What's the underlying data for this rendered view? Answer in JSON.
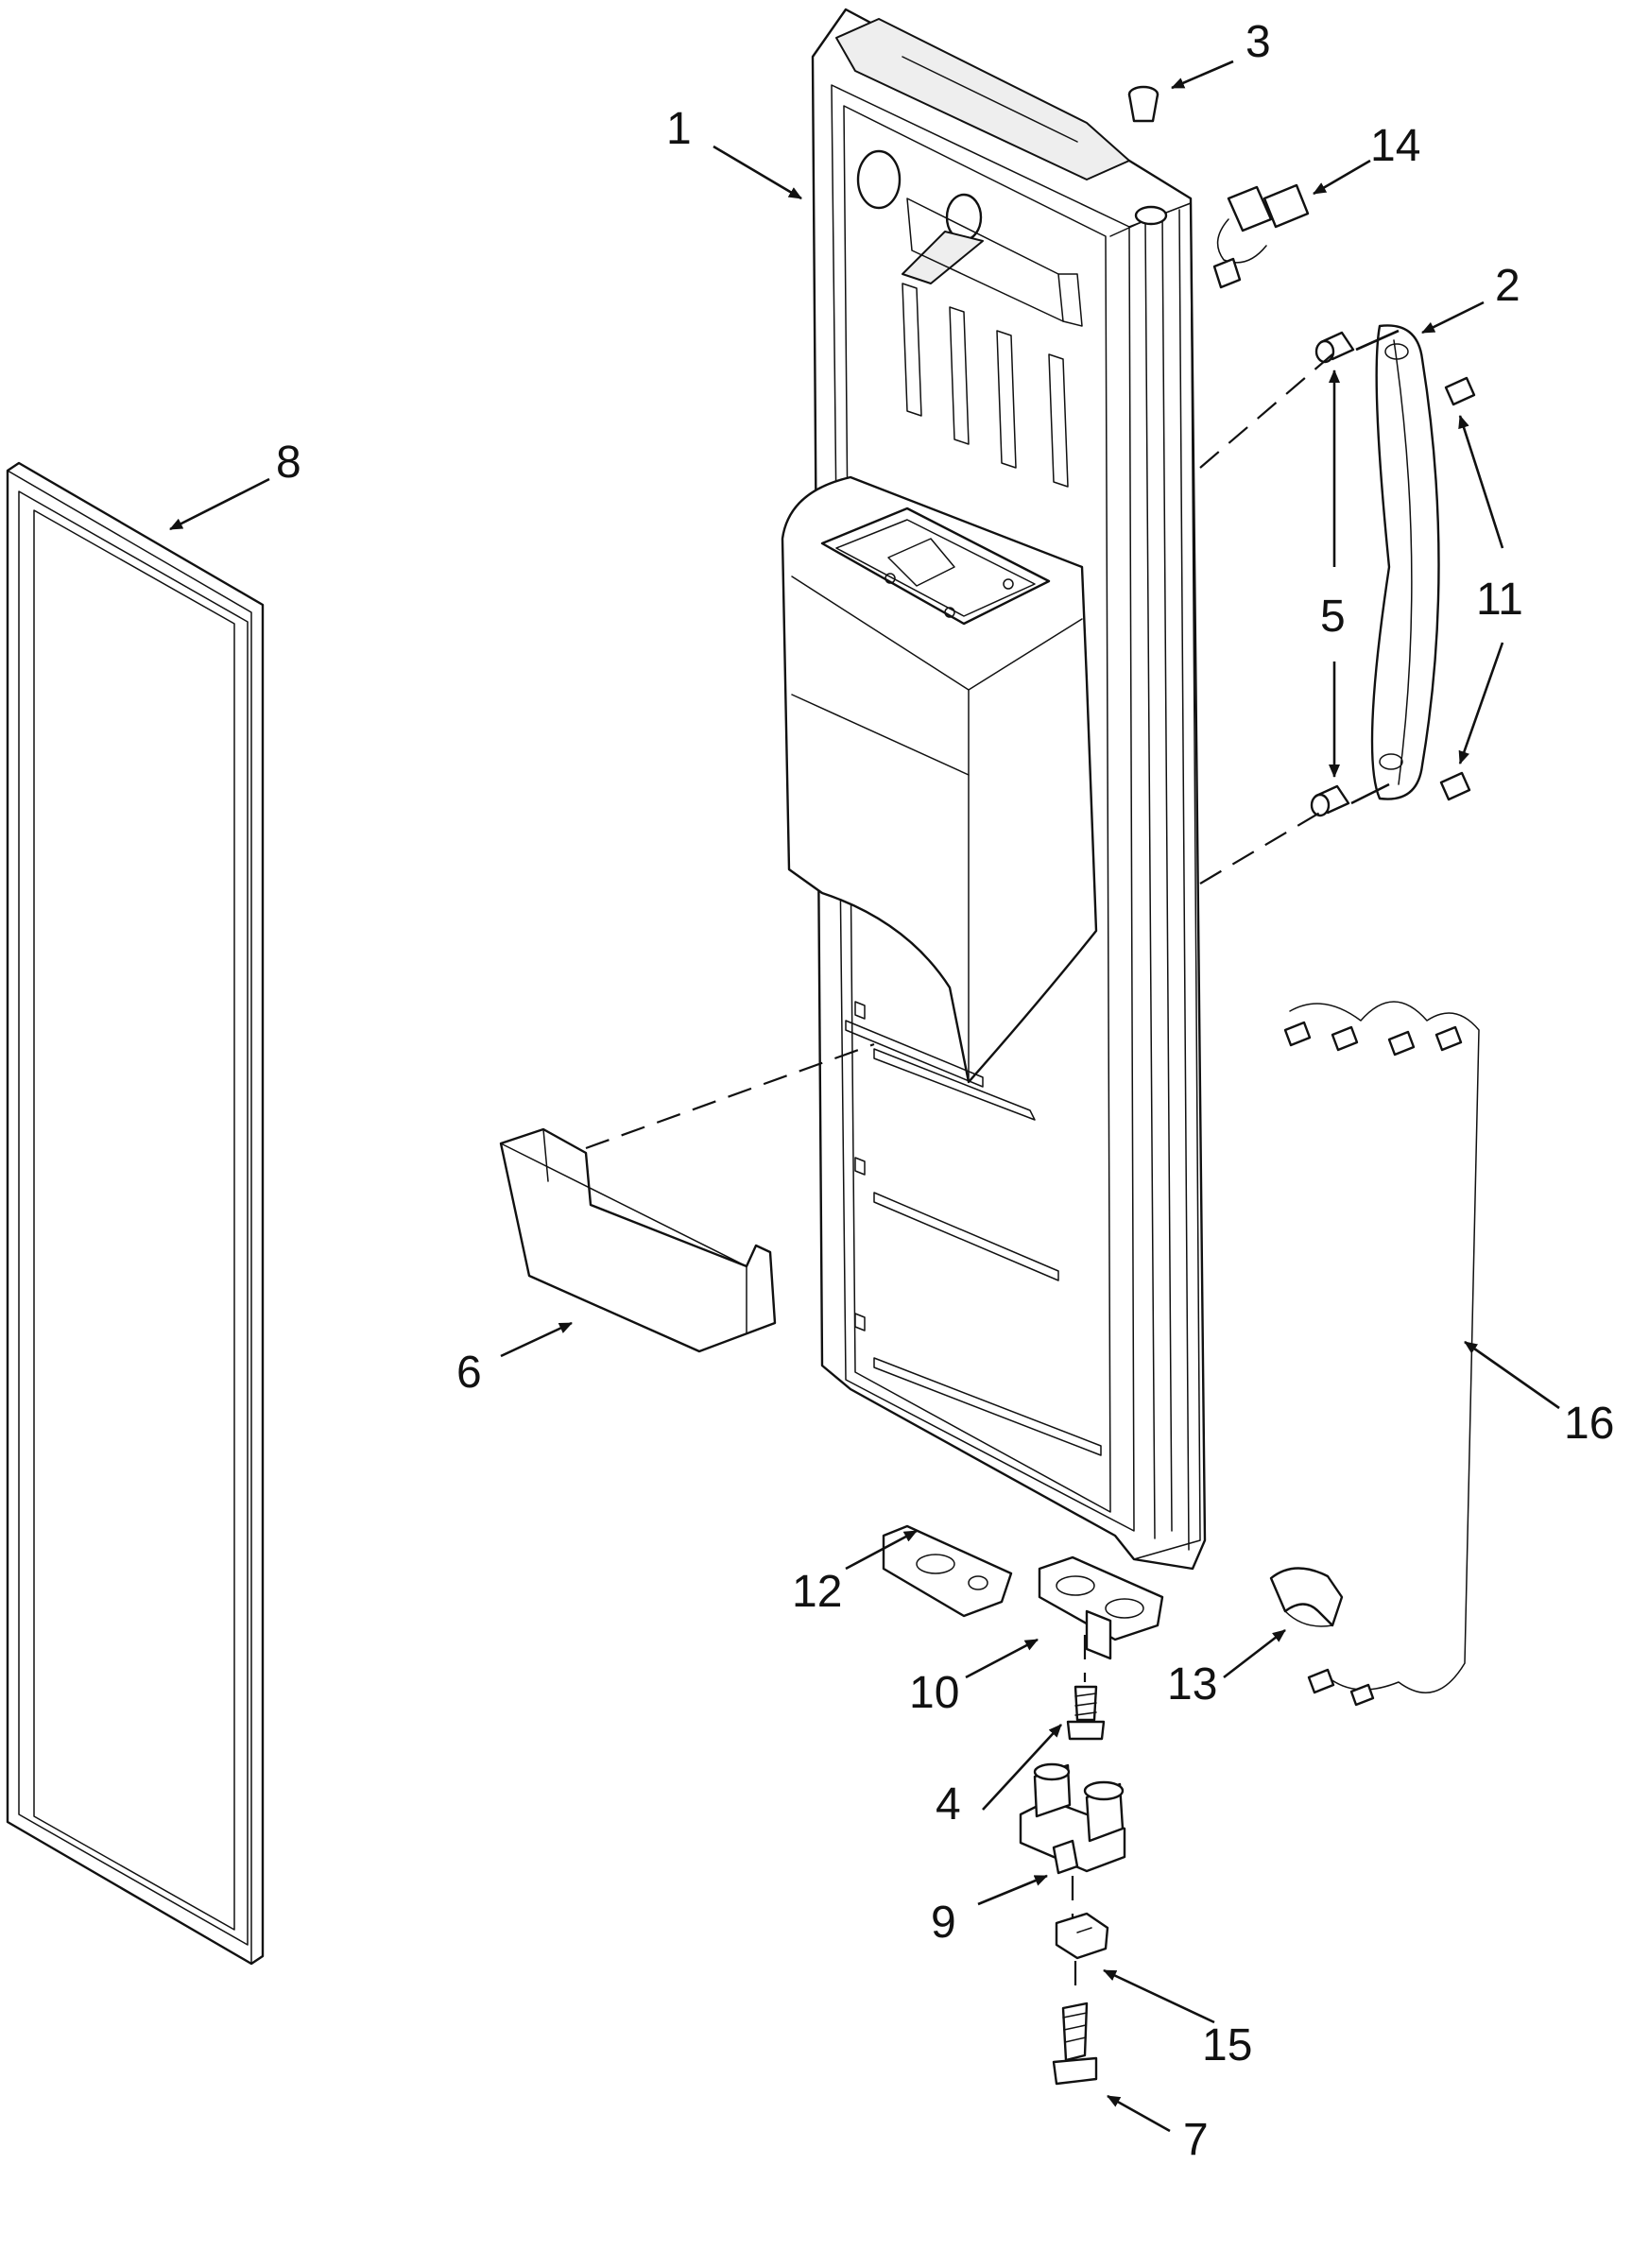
{
  "diagram": {
    "callouts": [
      {
        "key": "c1",
        "text": "1"
      },
      {
        "key": "c2",
        "text": "2"
      },
      {
        "key": "c3",
        "text": "3"
      },
      {
        "key": "c4",
        "text": "4"
      },
      {
        "key": "c5",
        "text": "5"
      },
      {
        "key": "c6",
        "text": "6"
      },
      {
        "key": "c7",
        "text": "7"
      },
      {
        "key": "c8",
        "text": "8"
      },
      {
        "key": "c9",
        "text": "9"
      },
      {
        "key": "c10",
        "text": "10"
      },
      {
        "key": "c11",
        "text": "11"
      },
      {
        "key": "c12",
        "text": "12"
      },
      {
        "key": "c13",
        "text": "13"
      },
      {
        "key": "c14",
        "text": "14"
      },
      {
        "key": "c15",
        "text": "15"
      },
      {
        "key": "c16",
        "text": "16"
      }
    ],
    "colors": {
      "line": "#111111",
      "background": "#ffffff",
      "shade": "#eeeeee"
    }
  }
}
